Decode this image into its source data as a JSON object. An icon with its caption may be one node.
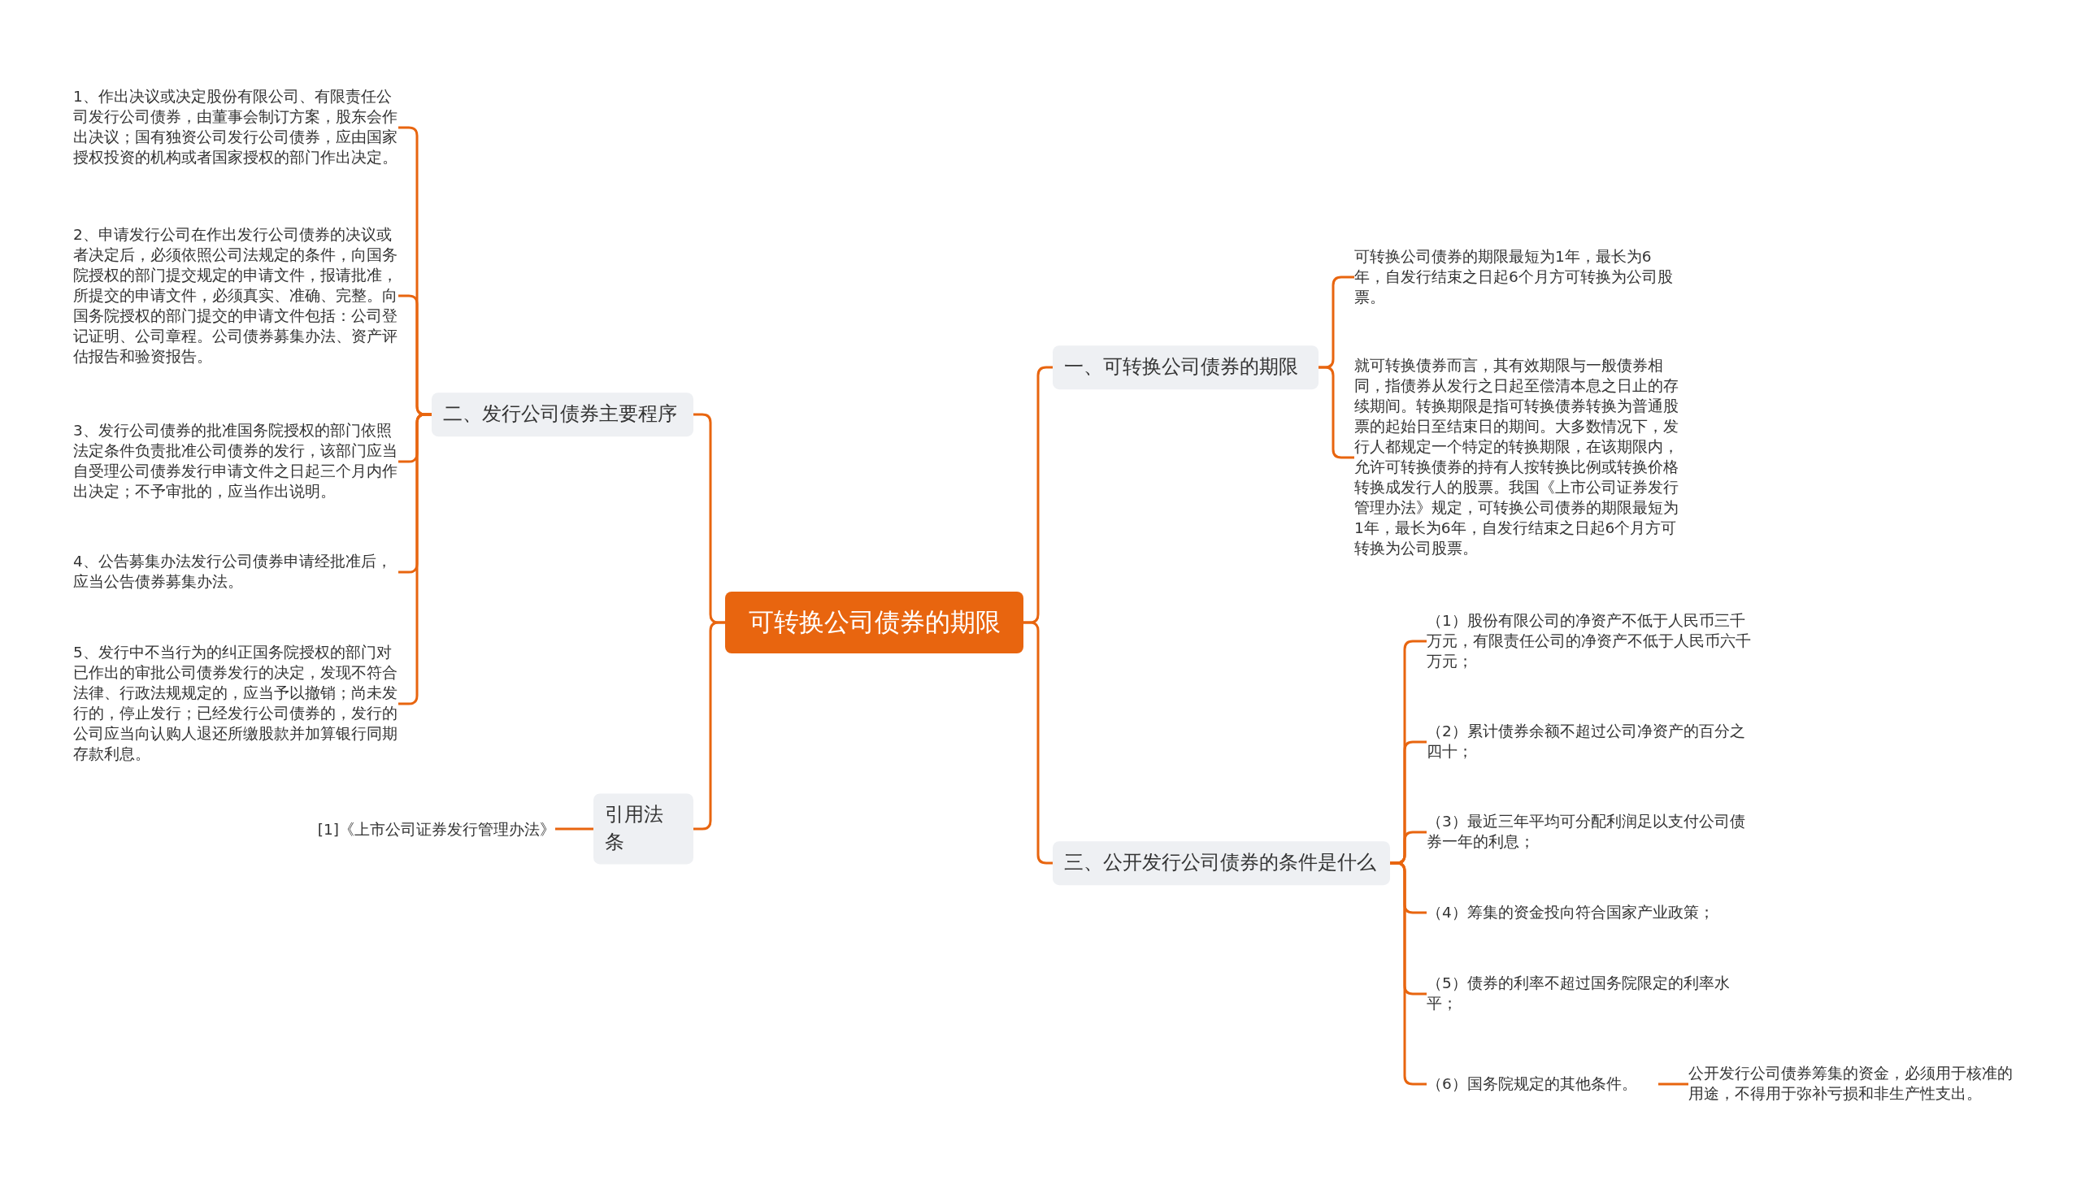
{
  "diagram": {
    "nodes": [
      {
        "text": [
          "可转换公司债券的期限"
        ]
      },
      {
        "text": [
          "一、可转换公司债券的期限"
        ]
      },
      {
        "text": [
          "可转换公司债券的期限最短为1年，最长为6年，自发行结束之日起6个月方可转换为公司股票。"
        ]
      },
      {
        "text": [
          "就可转换债券而言，其有效期限与一般债券相同，指债券从发行之日起至偿清本息之日止的存续期间。转换期限是指可转换债券转换为普通股票的起始日至结束日的期间。大多数情况下，发行人都规定一个特定的转换期限，在该期限内，允许可转换债券的持有人按转换比例或转换价格转换成发行人的股票。我国《上市公司证券发行管理办法》规定，可转换公司债券的期限最短为1年，最长为6年，自发行结束之日起6个月方可转换为公司股票。"
        ]
      },
      {
        "text": [
          "二、发行公司债券主要程序"
        ]
      },
      {
        "text": [
          "1、作出决议或决定股份有限公司、有限责任公司发行公司债券，由董事会制订方案，股东会作出决议；国有独资公司发行公司债券，应由国家授权投资的机构或者国家授权的部门作出决定。"
        ]
      },
      {
        "text": [
          "2、申请发行公司在作出发行公司债券的决议或者决定后，必须依照公司法规定的条件，向国务院授权的部门提交规定的申请文件，报请批准，所提交的申请文件，必须真实、准确、完整。向国务院授权的部门提交的申请文件包括：公司登记证明、公司章程。公司债券募集办法、资产评估报告和验资报告。"
        ]
      },
      {
        "text": [
          "3、发行公司债券的批准国务院授权的部门依照法定条件负责批准公司债券的发行，该部门应当自受理公司债券发行申请文件之日起三个月内作出决定；不予审批的，应当作出说明。"
        ]
      },
      {
        "text": [
          "4、公告募集办法发行公司债券申请经批准后，应当公告债券募集办法。"
        ]
      },
      {
        "text": [
          "5、发行中不当行为的纠正国务院授权的部门对已作出的审批公司债券发行的决定，发现不符合法律、行政法规规定的，应当予以撤销；尚未发行的，停止发行；已经发行公司债券的，发行的公司应当向认购人退还所缴股款并加算银行同期存款利息。"
        ]
      },
      {
        "text": [
          "三、公开发行公司债券的条件是什么"
        ]
      },
      {
        "text": [
          "（1）股份有限公司的净资产不低于人民币三千万元，有限责任公司的净资产不低于人民币六千万元；"
        ]
      },
      {
        "text": [
          "（2）累计债券余额不超过公司净资产的百分之四十；"
        ]
      },
      {
        "text": [
          "（3）最近三年平均可分配利润足以支付公司债券一年的利息；"
        ]
      },
      {
        "text": [
          "（4）筹集的资金投向符合国家产业政策；"
        ]
      },
      {
        "text": [
          "（5）债券的利率不超过国务院限定的利率水平；"
        ]
      },
      {
        "text": [
          "（6）国务院规定的其他条件。"
        ]
      },
      {
        "text": [
          "公开发行公司债券筹集的资金，必须用于核准的用途，不得用于弥补亏损和非生产性支出。"
        ]
      },
      {
        "text": [
          "引用法条"
        ]
      },
      {
        "text": [
          "[1]《上市公司证券发行管理办法》"
        ]
      }
    ],
    "edges": [
      {
        "from": 0,
        "to": 1,
        "arrow": "none"
      },
      {
        "from": 1,
        "to": 2,
        "arrow": "none"
      },
      {
        "from": 1,
        "to": 3,
        "arrow": "none"
      },
      {
        "from": 0,
        "to": 4,
        "arrow": "none"
      },
      {
        "from": 4,
        "to": 5,
        "arrow": "none"
      },
      {
        "from": 4,
        "to": 6,
        "arrow": "none"
      },
      {
        "from": 4,
        "to": 7,
        "arrow": "none"
      },
      {
        "from": 4,
        "to": 8,
        "arrow": "none"
      },
      {
        "from": 4,
        "to": 9,
        "arrow": "none"
      },
      {
        "from": 0,
        "to": 10,
        "arrow": "none"
      },
      {
        "from": 10,
        "to": 11,
        "arrow": "none"
      },
      {
        "from": 10,
        "to": 12,
        "arrow": "none"
      },
      {
        "from": 10,
        "to": 13,
        "arrow": "none"
      },
      {
        "from": 10,
        "to": 14,
        "arrow": "none"
      },
      {
        "from": 10,
        "to": 15,
        "arrow": "none"
      },
      {
        "from": 10,
        "to": 16,
        "arrow": "none"
      },
      {
        "from": 16,
        "to": 17,
        "arrow": "none"
      },
      {
        "from": 0,
        "to": 18,
        "arrow": "none"
      },
      {
        "from": 18,
        "to": 19,
        "arrow": "none"
      }
    ]
  }
}
